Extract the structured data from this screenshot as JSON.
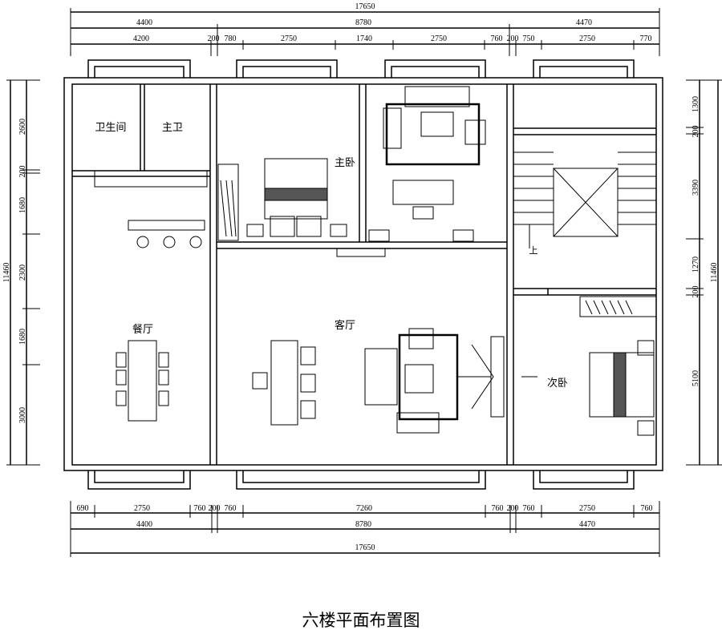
{
  "title": "六楼平面布置图",
  "rooms": {
    "bathroom": "卫生间",
    "master_bath": "主卫",
    "master_bedroom": "主卧",
    "dining": "餐厅",
    "living": "客厅",
    "second_bedroom": "次卧",
    "stairs_up": "上"
  },
  "dims": {
    "top_total": "17650",
    "top_mid": [
      "4400",
      "8780",
      "4470"
    ],
    "top_detail": [
      "4200",
      "200",
      "780",
      "2750",
      "1740",
      "2750",
      "760",
      "200",
      "750",
      "2750",
      "770"
    ],
    "left_total": "11460",
    "left": [
      "2600",
      "200",
      "1680",
      "2300",
      "1680",
      "3000"
    ],
    "right_total": "11460",
    "right": [
      "1300",
      "200",
      "3390",
      "1270",
      "200",
      "5100"
    ],
    "bottom_detail": [
      "690",
      "2750",
      "760",
      "200",
      "760",
      "7260",
      "760",
      "200",
      "760",
      "2750",
      "760"
    ],
    "bottom_mid": [
      "4400",
      "8780",
      "4470"
    ],
    "bottom_total": "17650"
  }
}
